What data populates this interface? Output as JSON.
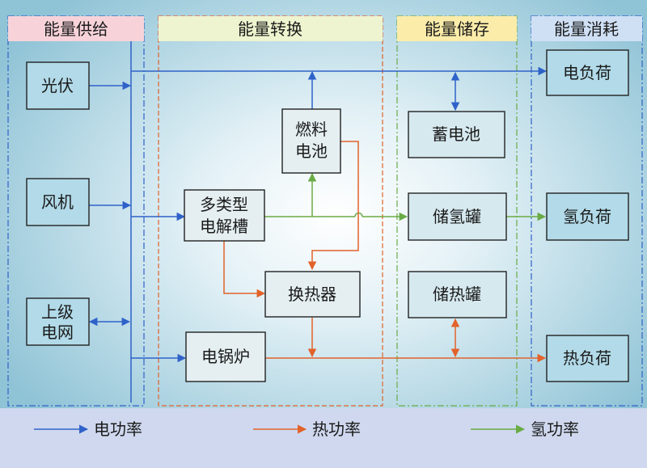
{
  "colors": {
    "electric": "#2f62c9",
    "heat": "#e2622a",
    "hydrogen": "#6aab45",
    "supply_header": "#f7d3d9",
    "conversion_header": "#eef4cf",
    "storage_header": "#fbecaa",
    "consumption_header": "#cfe0f5",
    "legend_bg": "#cfd8ee"
  },
  "sections": {
    "supply": "能量供给",
    "conversion": "能量转换",
    "storage": "能量储存",
    "consumption": "能量消耗"
  },
  "nodes": {
    "pv": [
      "光伏"
    ],
    "wind": [
      "风机"
    ],
    "grid": [
      "上级",
      "电网"
    ],
    "fuel_cell": [
      "燃料",
      "电池"
    ],
    "electrolyzer": [
      "多类型",
      "电解槽"
    ],
    "heat_exchanger": [
      "换热器"
    ],
    "electric_boiler": [
      "电锅炉"
    ],
    "battery": [
      "蓄电池"
    ],
    "h2_tank": [
      "储氢罐"
    ],
    "heat_tank": [
      "储热罐"
    ],
    "electric_load": [
      "电负荷"
    ],
    "h2_load": [
      "氢负荷"
    ],
    "heat_load": [
      "热负荷"
    ]
  },
  "legend": {
    "electric": "电功率",
    "heat": "热功率",
    "hydrogen": "氢功率"
  }
}
